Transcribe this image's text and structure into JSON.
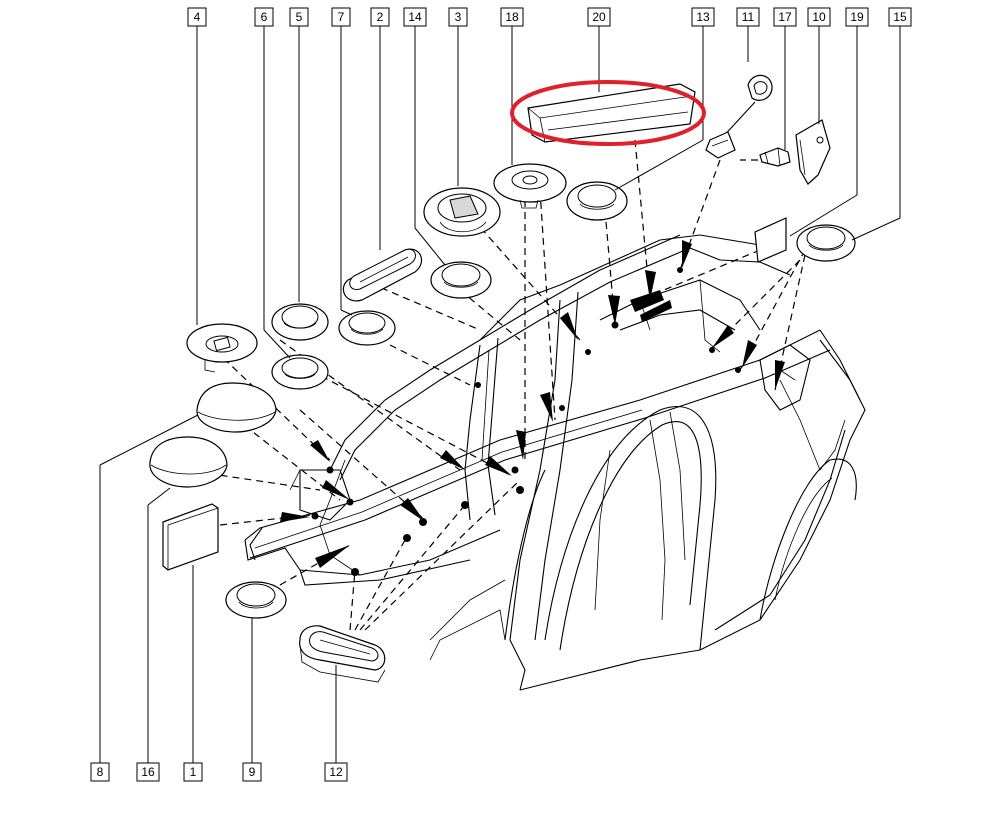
{
  "diagram": {
    "highlight_color": "#e0202a",
    "highlighted_part": "20",
    "callouts_top": [
      "4",
      "6",
      "5",
      "7",
      "2",
      "14",
      "3",
      "18",
      "20",
      "13",
      "11",
      "17",
      "10",
      "19",
      "15"
    ],
    "callouts_bottom": [
      "8",
      "16",
      "1",
      "9",
      "12"
    ]
  }
}
